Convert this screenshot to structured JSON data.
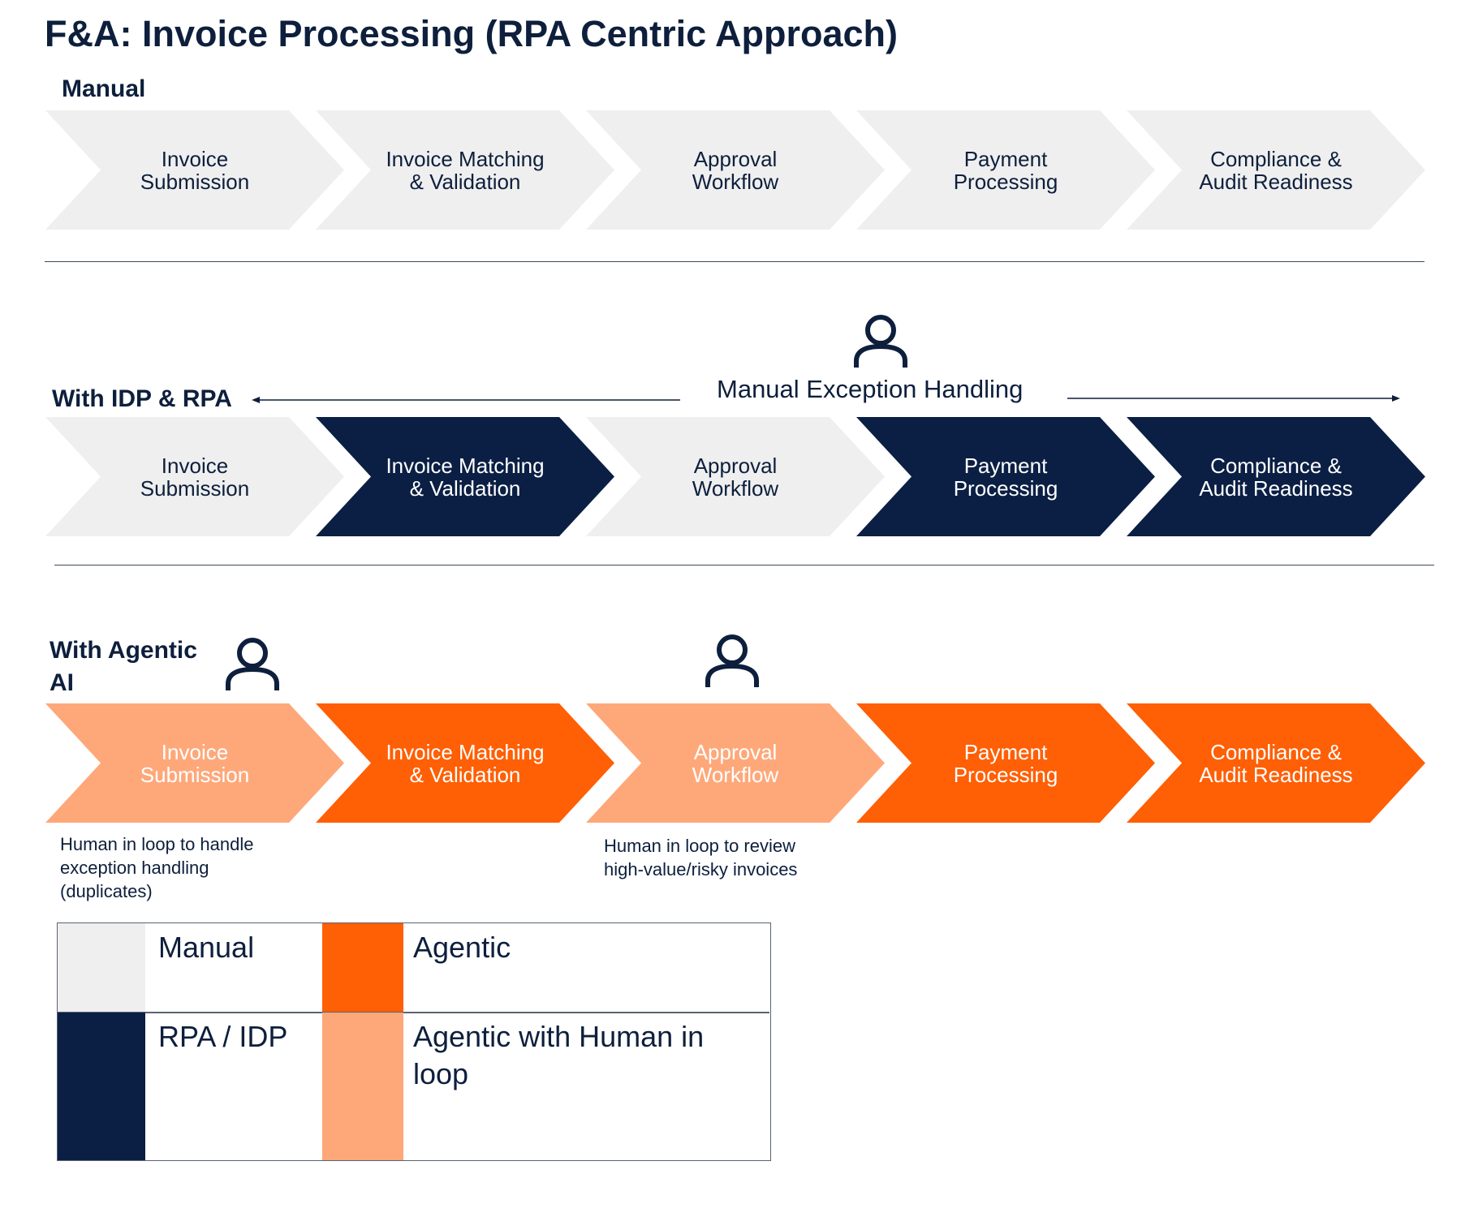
{
  "title": "F&A: Invoice Processing (RPA Centric Approach)",
  "colors": {
    "manual": "#efefef",
    "rpa_idp": "#0b1f44",
    "agentic": "#ff5f05",
    "agentic_human": "#fea87a",
    "text_dark": "#0d1f3c",
    "text_light": "#ffffff"
  },
  "steps": [
    "Invoice\nSubmission",
    "Invoice Matching\n& Validation",
    "Approval\nWorkflow",
    "Payment\nProcessing",
    "Compliance &\nAudit Readiness"
  ],
  "rows": [
    {
      "label": "Manual",
      "step_types": [
        "manual",
        "manual",
        "manual",
        "manual",
        "manual"
      ]
    },
    {
      "label": "With IDP & RPA",
      "step_types": [
        "manual",
        "rpa_idp",
        "manual",
        "rpa_idp",
        "rpa_idp"
      ],
      "exception_label": "Manual Exception Handling",
      "exception_icon": "person-icon"
    },
    {
      "label": "With Agentic\nAI",
      "step_types": [
        "agentic_human",
        "agentic",
        "agentic_human",
        "agentic",
        "agentic"
      ],
      "notes": [
        "Human in loop to handle\nexception handling\n(duplicates)",
        "Human in loop to review\nhigh-value/risky invoices"
      ],
      "icons": [
        "person-icon",
        "person-icon"
      ]
    }
  ],
  "legend": {
    "manual": "Manual",
    "agentic": "Agentic",
    "rpa_idp": "RPA / IDP",
    "agentic_human": "Agentic with Human in\nloop"
  }
}
